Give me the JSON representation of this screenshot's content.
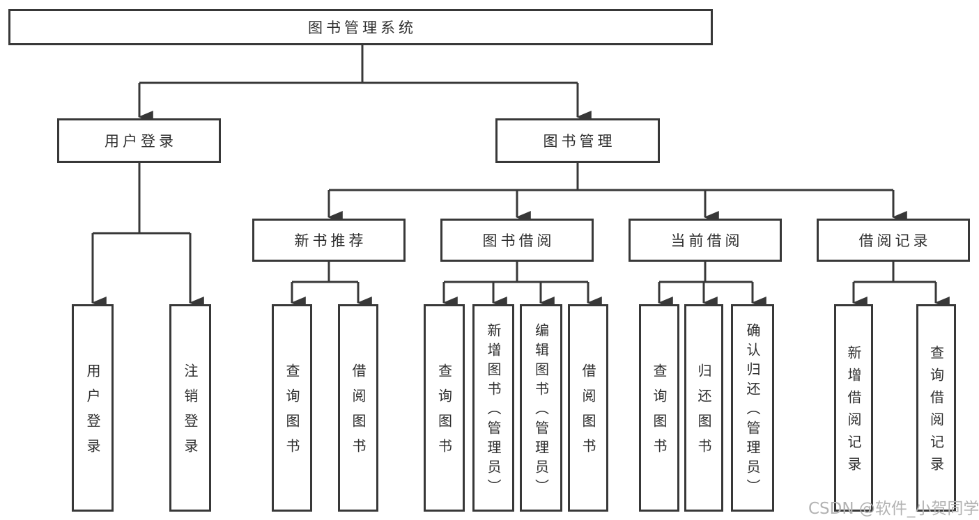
{
  "diagram": {
    "title_note": "library management system functional structure chart",
    "root": {
      "label": "图书管理系统"
    },
    "level2": [
      {
        "label": "用户登录"
      },
      {
        "label": "图书管理"
      }
    ],
    "level3": [
      {
        "label": "新书推荐"
      },
      {
        "label": "图书借阅"
      },
      {
        "label": "当前借阅"
      },
      {
        "label": "借阅记录"
      }
    ],
    "leaves": {
      "user_login": [
        {
          "label": "用户登录"
        },
        {
          "label": "注销登录"
        }
      ],
      "new_book": [
        {
          "label": "查询图书"
        },
        {
          "label": "借阅图书"
        }
      ],
      "book_borrow": [
        {
          "label": "查询图书"
        },
        {
          "label": "新增图书（管理员）"
        },
        {
          "label": "编辑图书（管理员）"
        },
        {
          "label": "借阅图书"
        }
      ],
      "current_borrow": [
        {
          "label": "查询图书"
        },
        {
          "label": "归还图书"
        },
        {
          "label": "确认归还（管理员）"
        }
      ],
      "borrow_record": [
        {
          "label": "新增借阅记录"
        },
        {
          "label": "查询借阅记录"
        }
      ]
    },
    "colors": {
      "line": "#383838",
      "box_border": "#383838",
      "box_bg": "#ffffff",
      "text": "#2f2f2f",
      "watermark": "#b3b3b3"
    }
  },
  "watermark": {
    "text": "CSDN @软件_小贺同学"
  }
}
